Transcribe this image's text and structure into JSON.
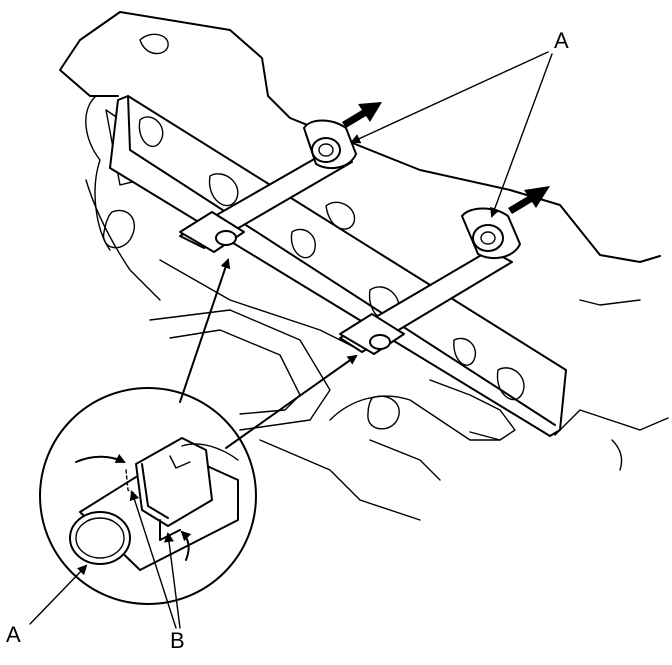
{
  "labels": {
    "a_top": "A",
    "a_bottom": "A",
    "b": "B"
  },
  "colors": {
    "line": "#000000",
    "background": "#ffffff"
  }
}
